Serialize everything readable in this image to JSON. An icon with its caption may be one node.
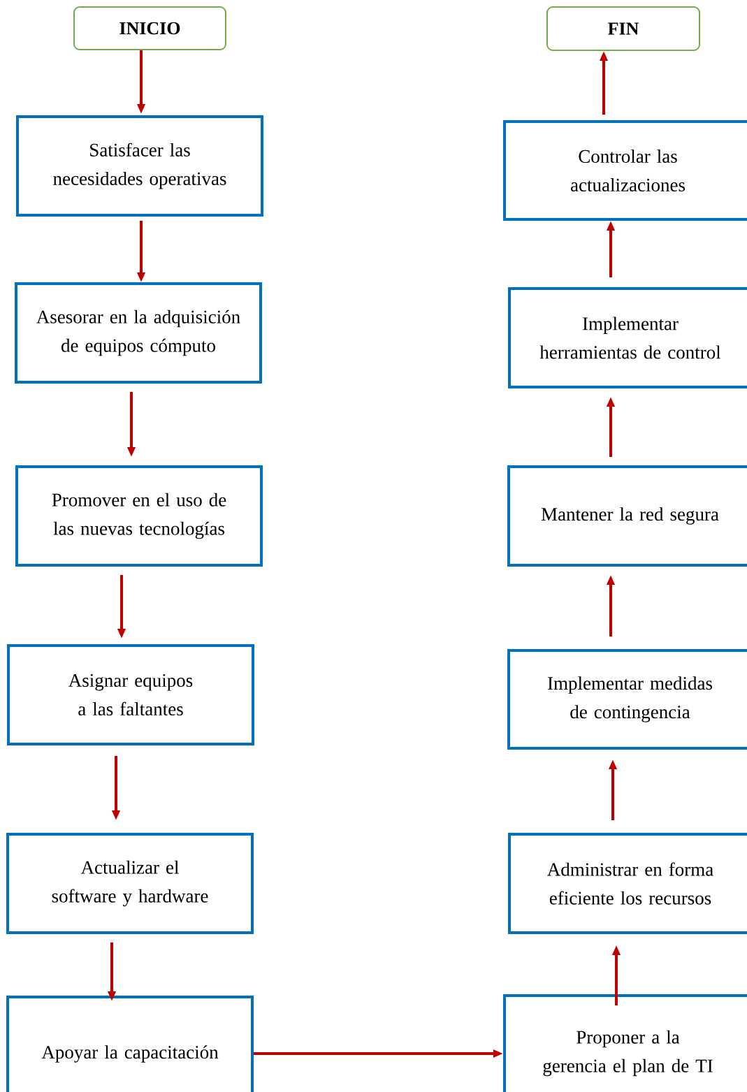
{
  "diagram": {
    "nodes": [
      {
        "text": [
          "INICIO"
        ]
      },
      {
        "text": [
          "Satisfacer las necesidades operativas"
        ]
      },
      {
        "text": [
          "Asesorar en la adquisición de equipos cómputo"
        ]
      },
      {
        "text": [
          "Promover en el uso de las nuevas tecnologías"
        ]
      },
      {
        "text": [
          "Asignar equipos a las faltantes"
        ]
      },
      {
        "text": [
          "Actualizar el software y hardware"
        ]
      },
      {
        "text": [
          "Apoyar la capacitación"
        ]
      },
      {
        "text": [
          "Proponer a la gerencia el plan de TI"
        ]
      },
      {
        "text": [
          "Administrar en forma eficiente los recursos"
        ]
      },
      {
        "text": [
          "Implementar medidas de contingencia"
        ]
      },
      {
        "text": [
          "Mantener la red segura"
        ]
      },
      {
        "text": [
          "Implementar herramientas de control"
        ]
      },
      {
        "text": [
          "Controlar las actualizaciones"
        ]
      },
      {
        "text": [
          "FIN"
        ]
      }
    ],
    "edges": [
      {
        "from": 0,
        "to": 1,
        "arrow": "to"
      },
      {
        "from": 1,
        "to": 2,
        "arrow": "to"
      },
      {
        "from": 2,
        "to": 3,
        "arrow": "to"
      },
      {
        "from": 3,
        "to": 4,
        "arrow": "to"
      },
      {
        "from": 4,
        "to": 5,
        "arrow": "to"
      },
      {
        "from": 5,
        "to": 6,
        "arrow": "to"
      },
      {
        "from": 6,
        "to": 7,
        "arrow": "to"
      },
      {
        "from": 7,
        "to": 8,
        "arrow": "to"
      },
      {
        "from": 8,
        "to": 9,
        "arrow": "to"
      },
      {
        "from": 9,
        "to": 10,
        "arrow": "to"
      },
      {
        "from": 10,
        "to": 11,
        "arrow": "to"
      },
      {
        "from": 11,
        "to": 12,
        "arrow": "to"
      },
      {
        "from": 12,
        "to": 13,
        "arrow": "to"
      }
    ]
  }
}
